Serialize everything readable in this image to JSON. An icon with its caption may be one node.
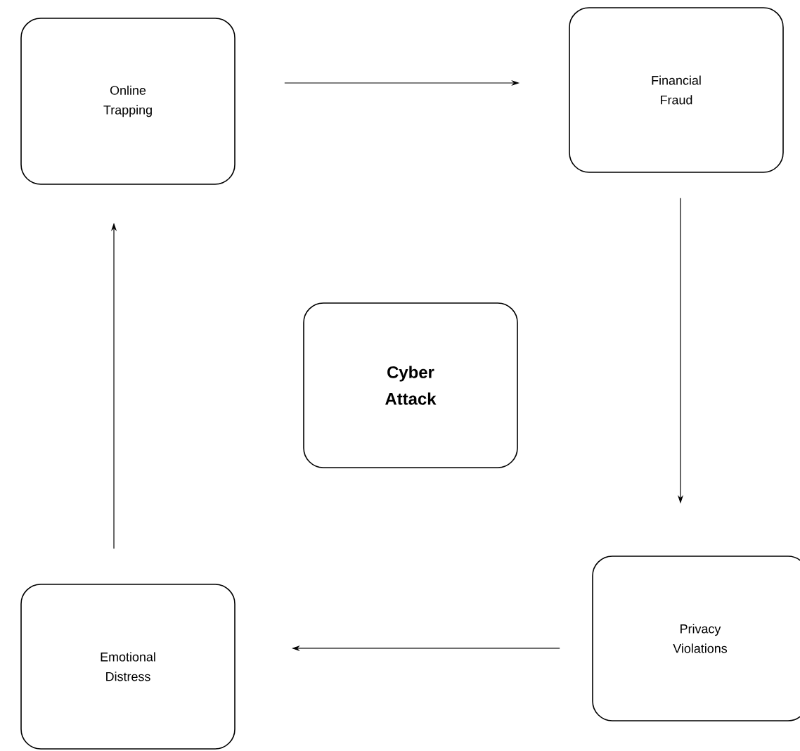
{
  "diagram": {
    "nodes": [
      {
        "text": [
          "Online Trapping"
        ]
      },
      {
        "text": [
          "Financial Fraud"
        ]
      },
      {
        "text": [
          "Cyber Attack"
        ]
      },
      {
        "text": [
          "Privacy Violations"
        ]
      },
      {
        "text": [
          "Emotional Distress"
        ]
      }
    ],
    "edges": [
      {
        "from": 0,
        "to": 1,
        "arrow": "to"
      },
      {
        "from": 1,
        "to": 3,
        "arrow": "to"
      },
      {
        "from": 3,
        "to": 4,
        "arrow": "to"
      },
      {
        "from": 4,
        "to": 0,
        "arrow": "to"
      }
    ]
  }
}
